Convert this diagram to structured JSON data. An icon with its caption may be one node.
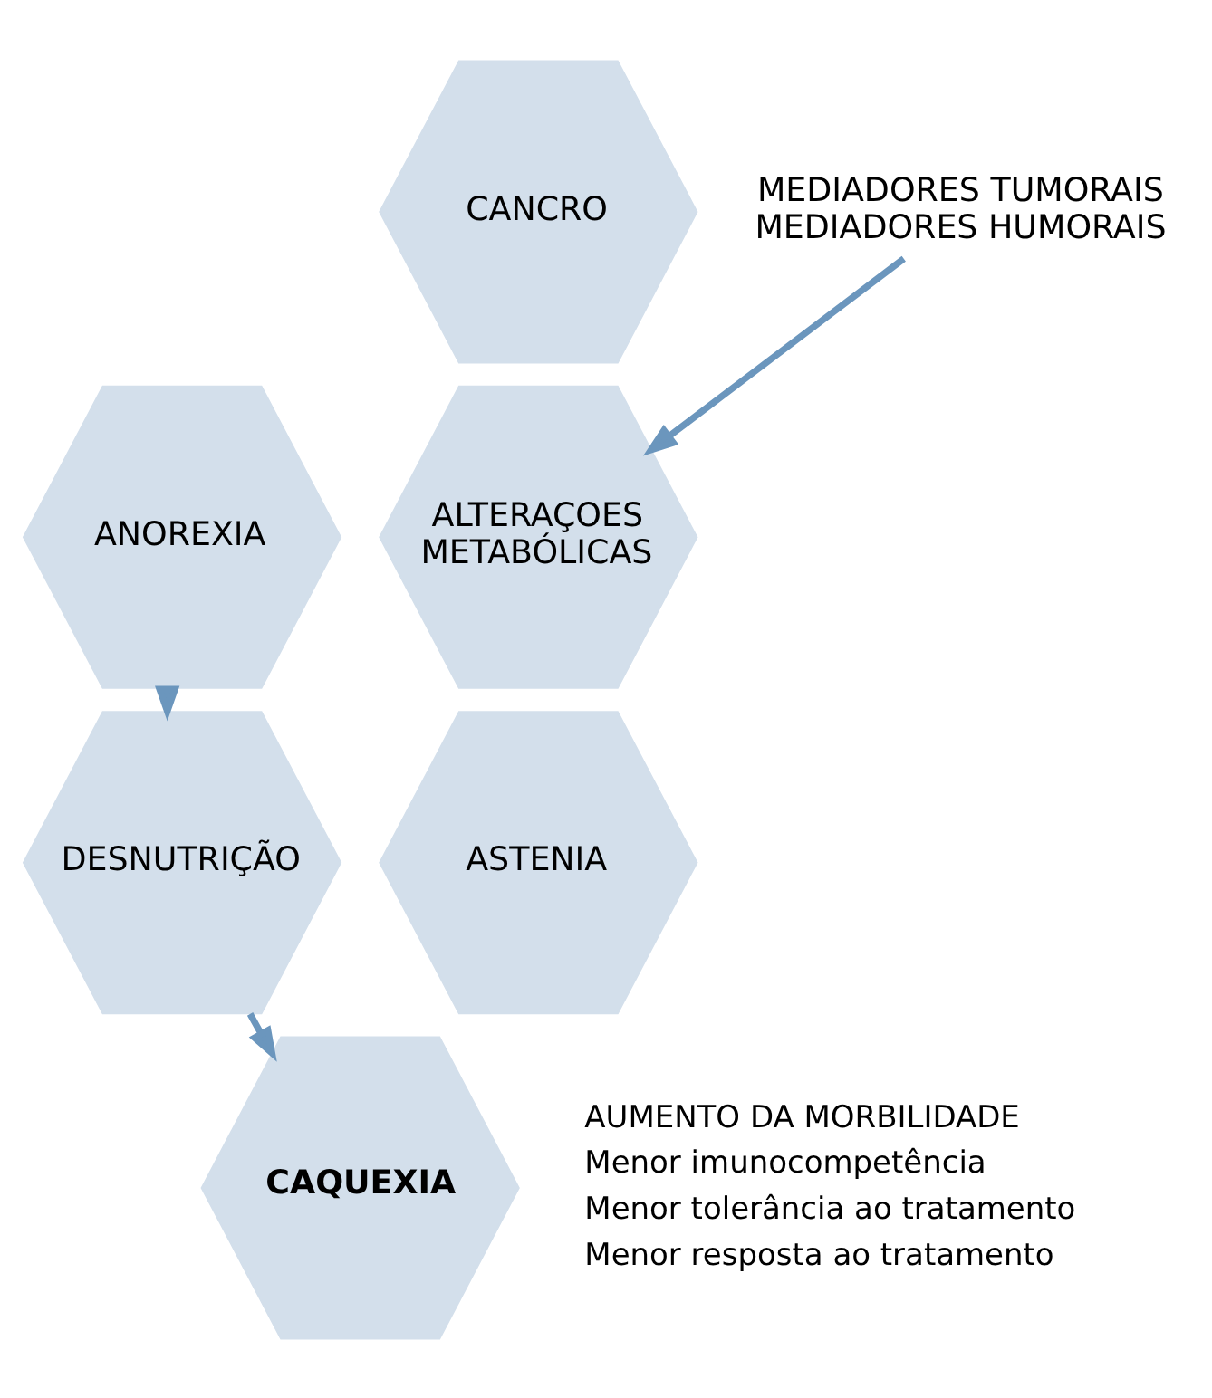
{
  "diagram": {
    "nodes": [
      {
        "text": [
          "CANCRO"
        ]
      },
      {
        "text": [
          "MEDIADORES TUMORAIS",
          "MEDIADORES HUMORAIS"
        ]
      },
      {
        "text": [
          "ANOREXIA"
        ]
      },
      {
        "text": [
          "ALTERAÇOES METABÓLICAS"
        ]
      },
      {
        "text": [
          "DESNUTRIÇÃO"
        ]
      },
      {
        "text": [
          "ASTENIA"
        ]
      },
      {
        "text": [
          "CAQUEXIA"
        ],
        "beside": [
          "AUMENTO DA MORBILIDADE",
          "Menor imunocompetência",
          "Menor tolerância ao tratamento",
          "Menor resposta ao tratamento"
        ]
      }
    ],
    "edges": [
      {
        "from": 1,
        "to": 3,
        "arrow": "to"
      },
      {
        "from": 2,
        "to": 4,
        "arrow": "to"
      },
      {
        "from": 4,
        "to": 6,
        "arrow": "to"
      }
    ]
  }
}
